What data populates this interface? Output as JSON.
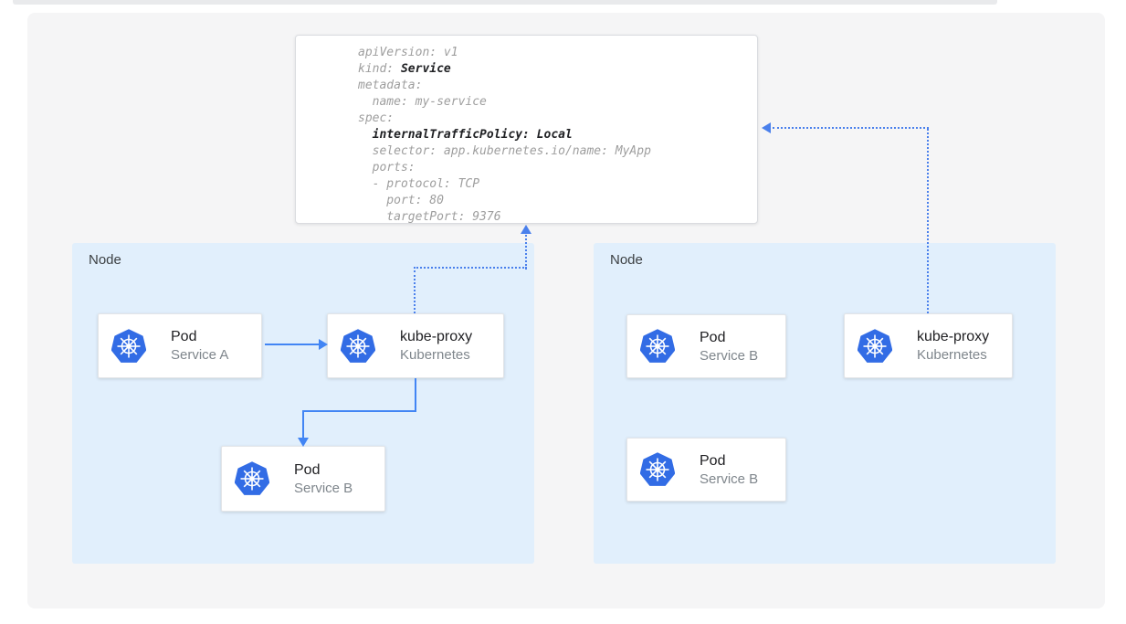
{
  "colors": {
    "accent_blue": "#4285f4",
    "dotted_blue": "#4a80ec",
    "kubernetes_blue": "#326ce5",
    "node_bg": "#e1effc",
    "panel_bg": "#f5f5f6"
  },
  "yaml_card": {
    "lines": [
      {
        "segments": [
          {
            "text": "apiVersion: v1",
            "bold": false
          }
        ]
      },
      {
        "segments": [
          {
            "text": "kind: ",
            "bold": false
          },
          {
            "text": "Service",
            "bold": true
          }
        ]
      },
      {
        "segments": [
          {
            "text": "metadata:",
            "bold": false
          }
        ]
      },
      {
        "segments": [
          {
            "text": "  name: my-service",
            "bold": false
          }
        ]
      },
      {
        "segments": [
          {
            "text": "spec:",
            "bold": false
          }
        ]
      },
      {
        "segments": [
          {
            "text": "  ",
            "bold": false
          },
          {
            "text": "internalTrafficPolicy: Local",
            "bold": true
          }
        ]
      },
      {
        "segments": [
          {
            "text": "  selector: app.kubernetes.io/name: MyApp",
            "bold": false
          }
        ]
      },
      {
        "segments": [
          {
            "text": "  ports:",
            "bold": false
          }
        ]
      },
      {
        "segments": [
          {
            "text": "  - protocol: TCP",
            "bold": false
          }
        ]
      },
      {
        "segments": [
          {
            "text": "    port: 80",
            "bold": false
          }
        ]
      },
      {
        "segments": [
          {
            "text": "    targetPort: 9376",
            "bold": false
          }
        ]
      }
    ]
  },
  "nodes": [
    {
      "label": "Node",
      "cards": [
        {
          "title": "Pod",
          "subtitle": "Service A",
          "icon": "kubernetes-logo"
        },
        {
          "title": "kube-proxy",
          "subtitle": "Kubernetes",
          "icon": "kubernetes-logo"
        },
        {
          "title": "Pod",
          "subtitle": "Service B",
          "icon": "kubernetes-logo"
        }
      ]
    },
    {
      "label": "Node",
      "cards": [
        {
          "title": "Pod",
          "subtitle": "Service B",
          "icon": "kubernetes-logo"
        },
        {
          "title": "kube-proxy",
          "subtitle": "Kubernetes",
          "icon": "kubernetes-logo"
        },
        {
          "title": "Pod",
          "subtitle": "Service B",
          "icon": "kubernetes-logo"
        }
      ]
    }
  ]
}
